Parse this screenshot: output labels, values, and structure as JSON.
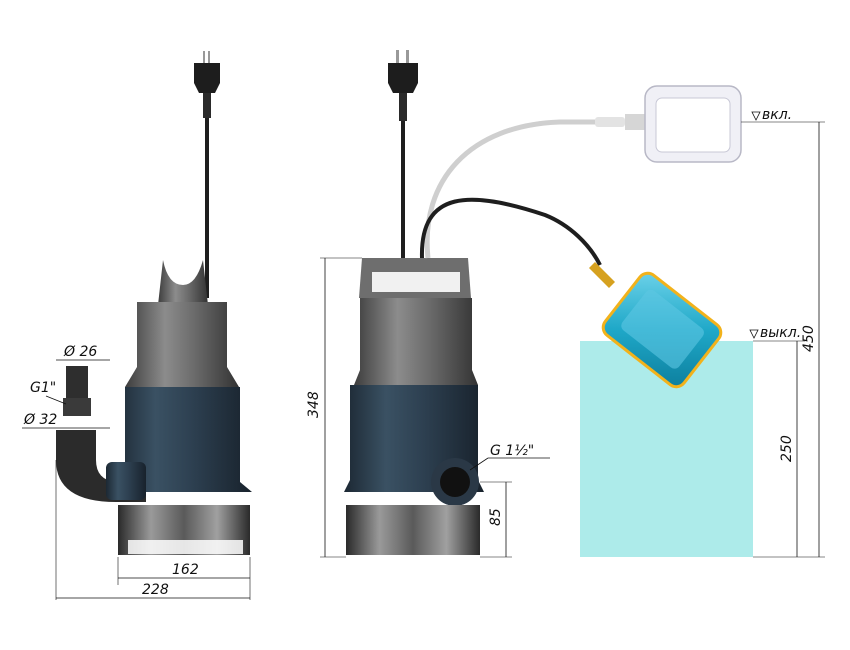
{
  "dimensions": {
    "width_total": "228",
    "width_base": "162",
    "outlet_outer": "Ø 26",
    "outlet_inner": "Ø 32",
    "thread_small": "G1\"",
    "height_pump": "348",
    "height_outlet": "85",
    "thread_outlet": "G 1½\"",
    "level_on": "450",
    "level_off": "250"
  },
  "labels": {
    "on": "вкл.",
    "off": "выкл."
  },
  "colors": {
    "pump_blue": "#2f4252",
    "pump_gray": "#6a6a6a",
    "water": "#9fe8e6",
    "float_blue": "#1fa8c8",
    "float_yellow": "#f2b21b",
    "cable_dark": "#222222",
    "cable_light": "#cfcfcf"
  }
}
